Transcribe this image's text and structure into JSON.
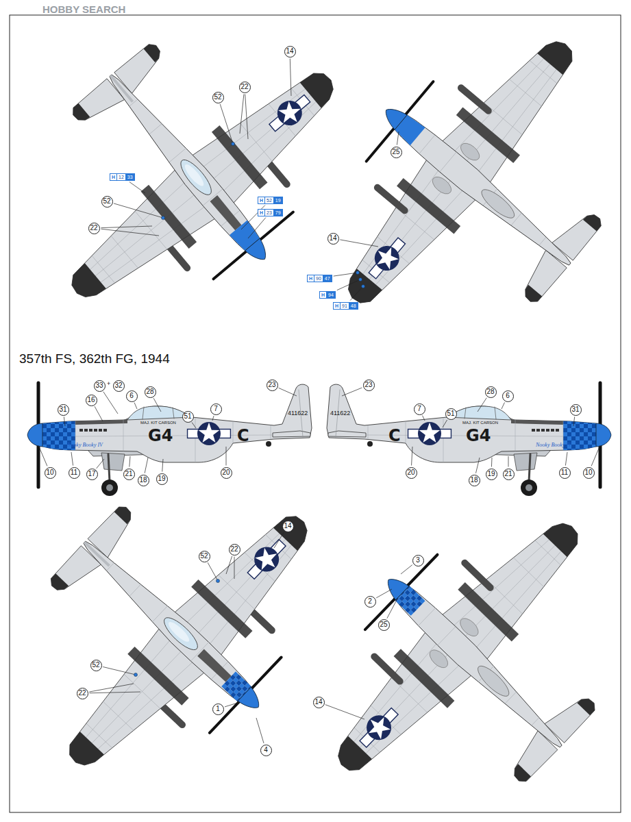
{
  "diagram": {
    "title": "357th FS, 362th FG, 1944",
    "labels": [
      "HOBBY SEARCH",
      "14",
      "22",
      "52",
      "H",
      "12",
      "33",
      "52",
      "22",
      "H",
      "52",
      "19",
      "H",
      "23",
      "79",
      "25",
      "14",
      "H",
      "90",
      "47",
      "H",
      "94",
      "H",
      "91",
      "48",
      "33",
      "+",
      "32",
      "31",
      "16",
      "6",
      "28",
      "MAJ. KIT CARSON",
      "51",
      "7",
      "23",
      "411622",
      "G4",
      "C",
      "Nooky Booky IV",
      "10",
      "11",
      "17",
      "21",
      "18",
      "19",
      "20",
      "23",
      "411622",
      "7",
      "51",
      "MAJ. KIT CARSON",
      "28",
      "6",
      "31",
      "C",
      "G4",
      "Nooky Booky IV",
      "10",
      "11",
      "18",
      "19",
      "21",
      "20",
      "14",
      "22",
      "52",
      "52",
      "22",
      "1",
      "4",
      "3",
      "2",
      "25",
      "14"
    ]
  }
}
